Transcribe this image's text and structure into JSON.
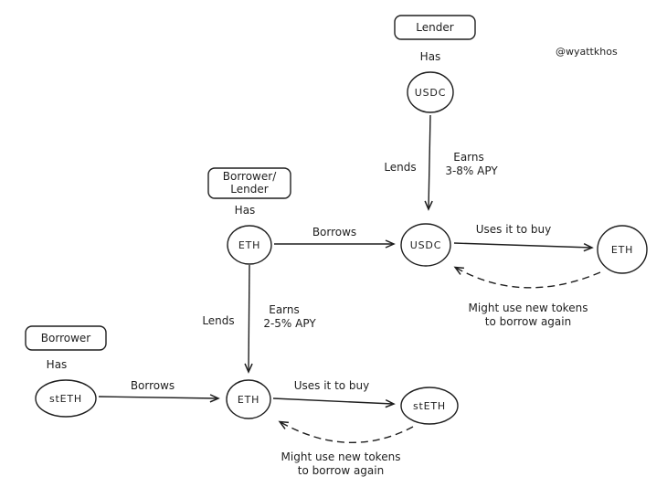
{
  "watermark": "@wyattkhos",
  "colors": {
    "stroke": "#1e1e1e",
    "background": "#ffffff"
  },
  "top_flow": {
    "actor_label": "Lender",
    "has_label": "Has",
    "asset": "USDC",
    "lends_label": "Lends",
    "earns_line1": "Earns",
    "earns_line2": "3-8% APY"
  },
  "mid_flow": {
    "actor_line1": "Borrower/",
    "actor_line2": "Lender",
    "has_label": "Has",
    "asset": "ETH",
    "borrows_label": "Borrows",
    "borrowed_asset": "USDC",
    "uses_label": "Uses it to buy",
    "bought_asset": "ETH",
    "loop_line1": "Might use new tokens",
    "loop_line2": "to borrow again",
    "lends_label": "Lends",
    "earns_line1": "Earns",
    "earns_line2": "2-5% APY"
  },
  "bottom_flow": {
    "actor_label": "Borrower",
    "has_label": "Has",
    "asset": "stETH",
    "borrows_label": "Borrows",
    "borrowed_asset": "ETH",
    "uses_label": "Uses it to buy",
    "bought_asset": "stETH",
    "loop_line1": "Might use new tokens",
    "loop_line2": "to borrow again"
  }
}
